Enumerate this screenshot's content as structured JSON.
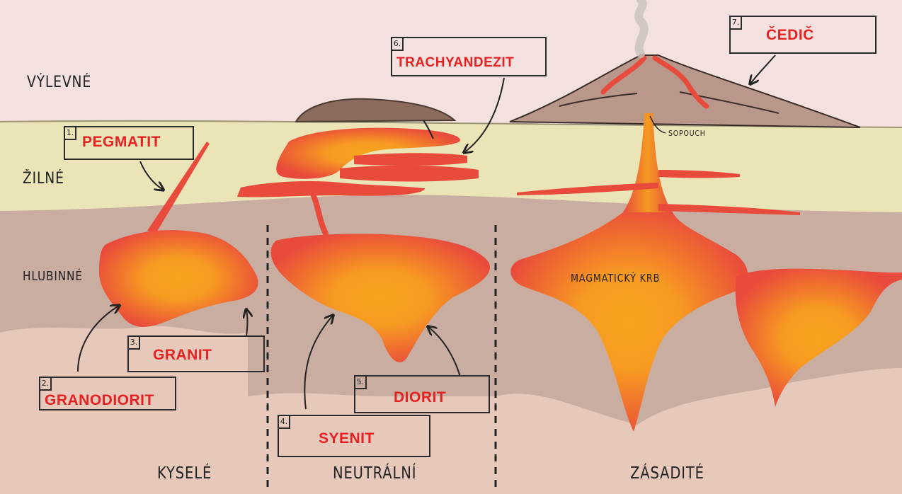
{
  "layers": {
    "extrusive": "VÝLEVNÉ",
    "dike": "ŽILNÉ",
    "plutonic": "HLUBINNÉ"
  },
  "columns": {
    "acidic": "KYSELÉ",
    "neutral": "NEUTRÁLNÍ",
    "basic": "ZÁSADITÉ"
  },
  "annotations": {
    "vent": "SOPOUCH",
    "magma_chamber": "MAGMATICKÝ KRB"
  },
  "rocks": [
    {
      "num": "1.",
      "name": "PEGMATIT"
    },
    {
      "num": "2.",
      "name": "GRANODIORIT"
    },
    {
      "num": "3.",
      "name": "GRANIT"
    },
    {
      "num": "4.",
      "name": "SYENIT"
    },
    {
      "num": "5.",
      "name": "DIORIT"
    },
    {
      "num": "6.",
      "name": "TRACHYANDEZIT"
    },
    {
      "num": "7.",
      "name": "ČEDIČ"
    }
  ],
  "colors": {
    "sky": "#f3e1df",
    "dike_layer": "#ebe4b7",
    "rock_layer": "#c9ada1",
    "deep_layer": "#e6c9bb",
    "magma_outer": "#e84a3c",
    "magma_core": "#f7a41e",
    "label_text": "#e52222"
  }
}
